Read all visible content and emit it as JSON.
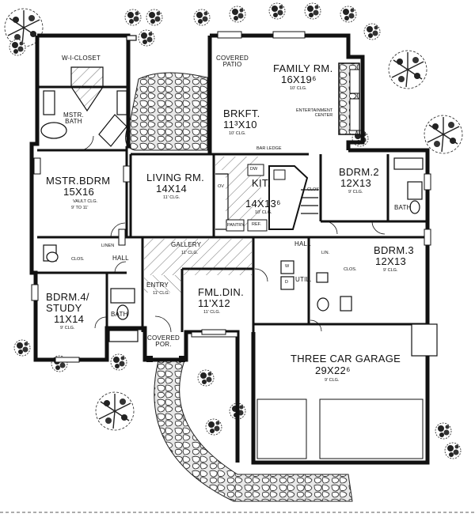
{
  "rooms": {
    "wi_closet": {
      "name": "W-I-CLOSET"
    },
    "master_bath": {
      "name": "MSTR.\nBATH"
    },
    "master_bedroom": {
      "name": "MSTR.BDRM",
      "size": "15X16",
      "ceiling": "VAULT CLG.",
      "ceiling2": "9' TO 11'"
    },
    "covered_patio": {
      "name": "COVERED\nPATIO"
    },
    "family_room": {
      "name": "FAMILY RM.",
      "size": "16X19⁶",
      "ceiling": "10' CLG."
    },
    "entertainment_center": {
      "name": "ENTERTAINMENT\nCENTER"
    },
    "breakfast": {
      "name": "BRKFT.",
      "size": "11³X10",
      "ceiling": "10' CLG."
    },
    "bar_ledge": {
      "name": "BAR LEDGE"
    },
    "living_room": {
      "name": "LIVING RM.",
      "size": "14X14",
      "ceiling": "11' CLG."
    },
    "kitchen": {
      "name": "KIT.",
      "size": "14X13⁶",
      "ceiling": "10' CLG."
    },
    "pantry": {
      "name": "PANTRY"
    },
    "refrigerator": {
      "name": "REF."
    },
    "dishwasher": {
      "name": "DW"
    },
    "oven": {
      "name": "OV"
    },
    "bedroom2": {
      "name": "BDRM.2",
      "size": "12X13",
      "ceiling": "9' CLG.",
      "closet": "CLOS."
    },
    "bath": {
      "name": "BATH"
    },
    "hall_right": {
      "name": "HALL"
    },
    "bedroom3": {
      "name": "BDRM.3",
      "size": "12X13",
      "ceiling": "9' CLG.",
      "closet": "CLOS."
    },
    "linen_right": {
      "name": "LIN."
    },
    "utility": {
      "name": "UTIL.",
      "washer": "W",
      "dryer": "D"
    },
    "linen_left": {
      "name": "LINEN"
    },
    "hall_left": {
      "name": "HALL"
    },
    "closet_left": {
      "name": "CLOS."
    },
    "gallery": {
      "name": "GALLERY",
      "ceiling": "11' CLG."
    },
    "entry": {
      "name": "ENTRY",
      "ceiling": "11' CLG."
    },
    "formal_dining": {
      "name": "FML.DIN.",
      "size": "11'X12",
      "ceiling": "11' CLG."
    },
    "bedroom4": {
      "name": "BDRM.4/\nSTUDY",
      "size": "11X14",
      "ceiling": "9' CLG."
    },
    "bath_left": {
      "name": "BATH"
    },
    "covered_porch": {
      "name": "COVERED\nPOR."
    },
    "garage": {
      "name": "THREE CAR GARAGE",
      "size": "29X22⁶",
      "ceiling": "9' CLG."
    }
  },
  "colors": {
    "ink": "#111111",
    "paper": "#ffffff",
    "foliage": "#2a2a2a",
    "stone": "#bdbdbd"
  }
}
